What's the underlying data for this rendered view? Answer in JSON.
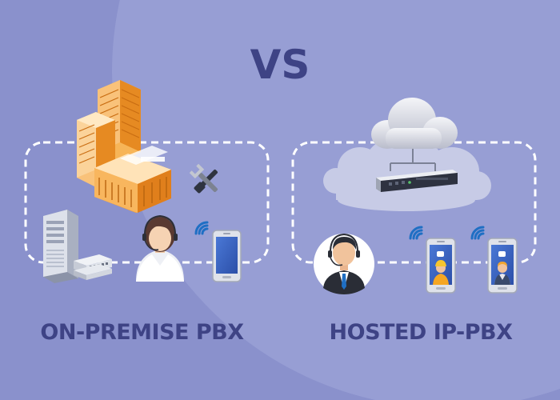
{
  "heading": "VS",
  "left": {
    "caption": "ON-PREMISE PBX",
    "icons": [
      "office-building-icon",
      "tools-icon",
      "server-tower-icon",
      "network-switch-icon",
      "operator-headset-icon",
      "wifi-signal-icon",
      "smartphone-icon"
    ]
  },
  "right": {
    "caption": "HOSTED IP-PBX",
    "icons": [
      "cloud-icon",
      "rack-server-icon",
      "agent-headset-icon",
      "wifi-signal-icon",
      "smartphone-worker-icon",
      "smartphone-businessman-icon"
    ]
  },
  "colors": {
    "background": "#8a91cc",
    "accent_circle": "#9ba2d6",
    "text": "#3e4385",
    "dashed_border": "#ffffff",
    "building_orange": "#f6a33c",
    "wifi_blue": "#1f6fc4"
  }
}
